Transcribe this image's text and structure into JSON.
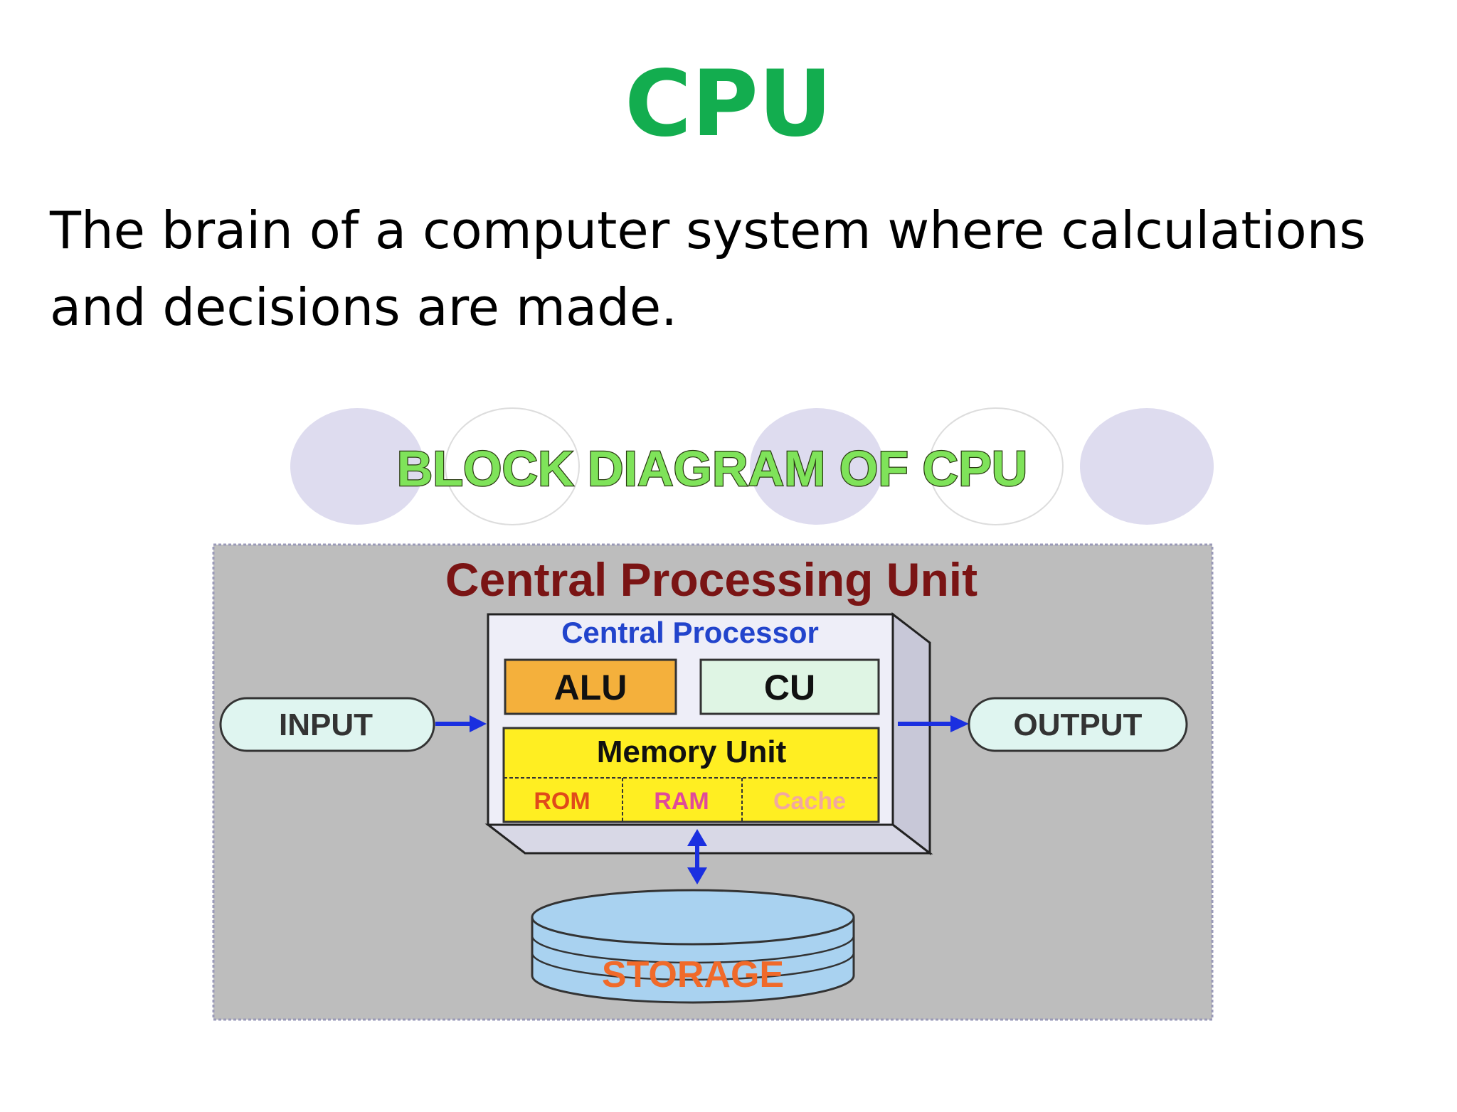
{
  "slide": {
    "title": "CPU",
    "body": "The brain of a computer system where calculations and decisions are made."
  },
  "diagram": {
    "header": "BLOCK DIAGRAM OF CPU",
    "title": "Central Processing Unit",
    "processor_label": "Central Processor",
    "alu": "ALU",
    "cu": "CU",
    "memory_label": "Memory Unit",
    "memory_cells": [
      "ROM",
      "RAM",
      "Cache"
    ],
    "input": "INPUT",
    "output": "OUTPUT",
    "storage": "STORAGE"
  },
  "colors": {
    "title_green": "#13ad4f",
    "header_green": "#7fe35a",
    "panel_gray": "#bdbdbd",
    "unit_title_red": "#7a1414",
    "processor_blue": "#2244cc",
    "alu_orange": "#f4b03c",
    "cu_mint": "#dff5e4",
    "memory_yellow": "#ffee22",
    "storage_blue": "#a9d2f0",
    "storage_text": "#f06a2a",
    "arrow_blue": "#1a2fe0",
    "ellipse_fill": "#dedcef"
  }
}
